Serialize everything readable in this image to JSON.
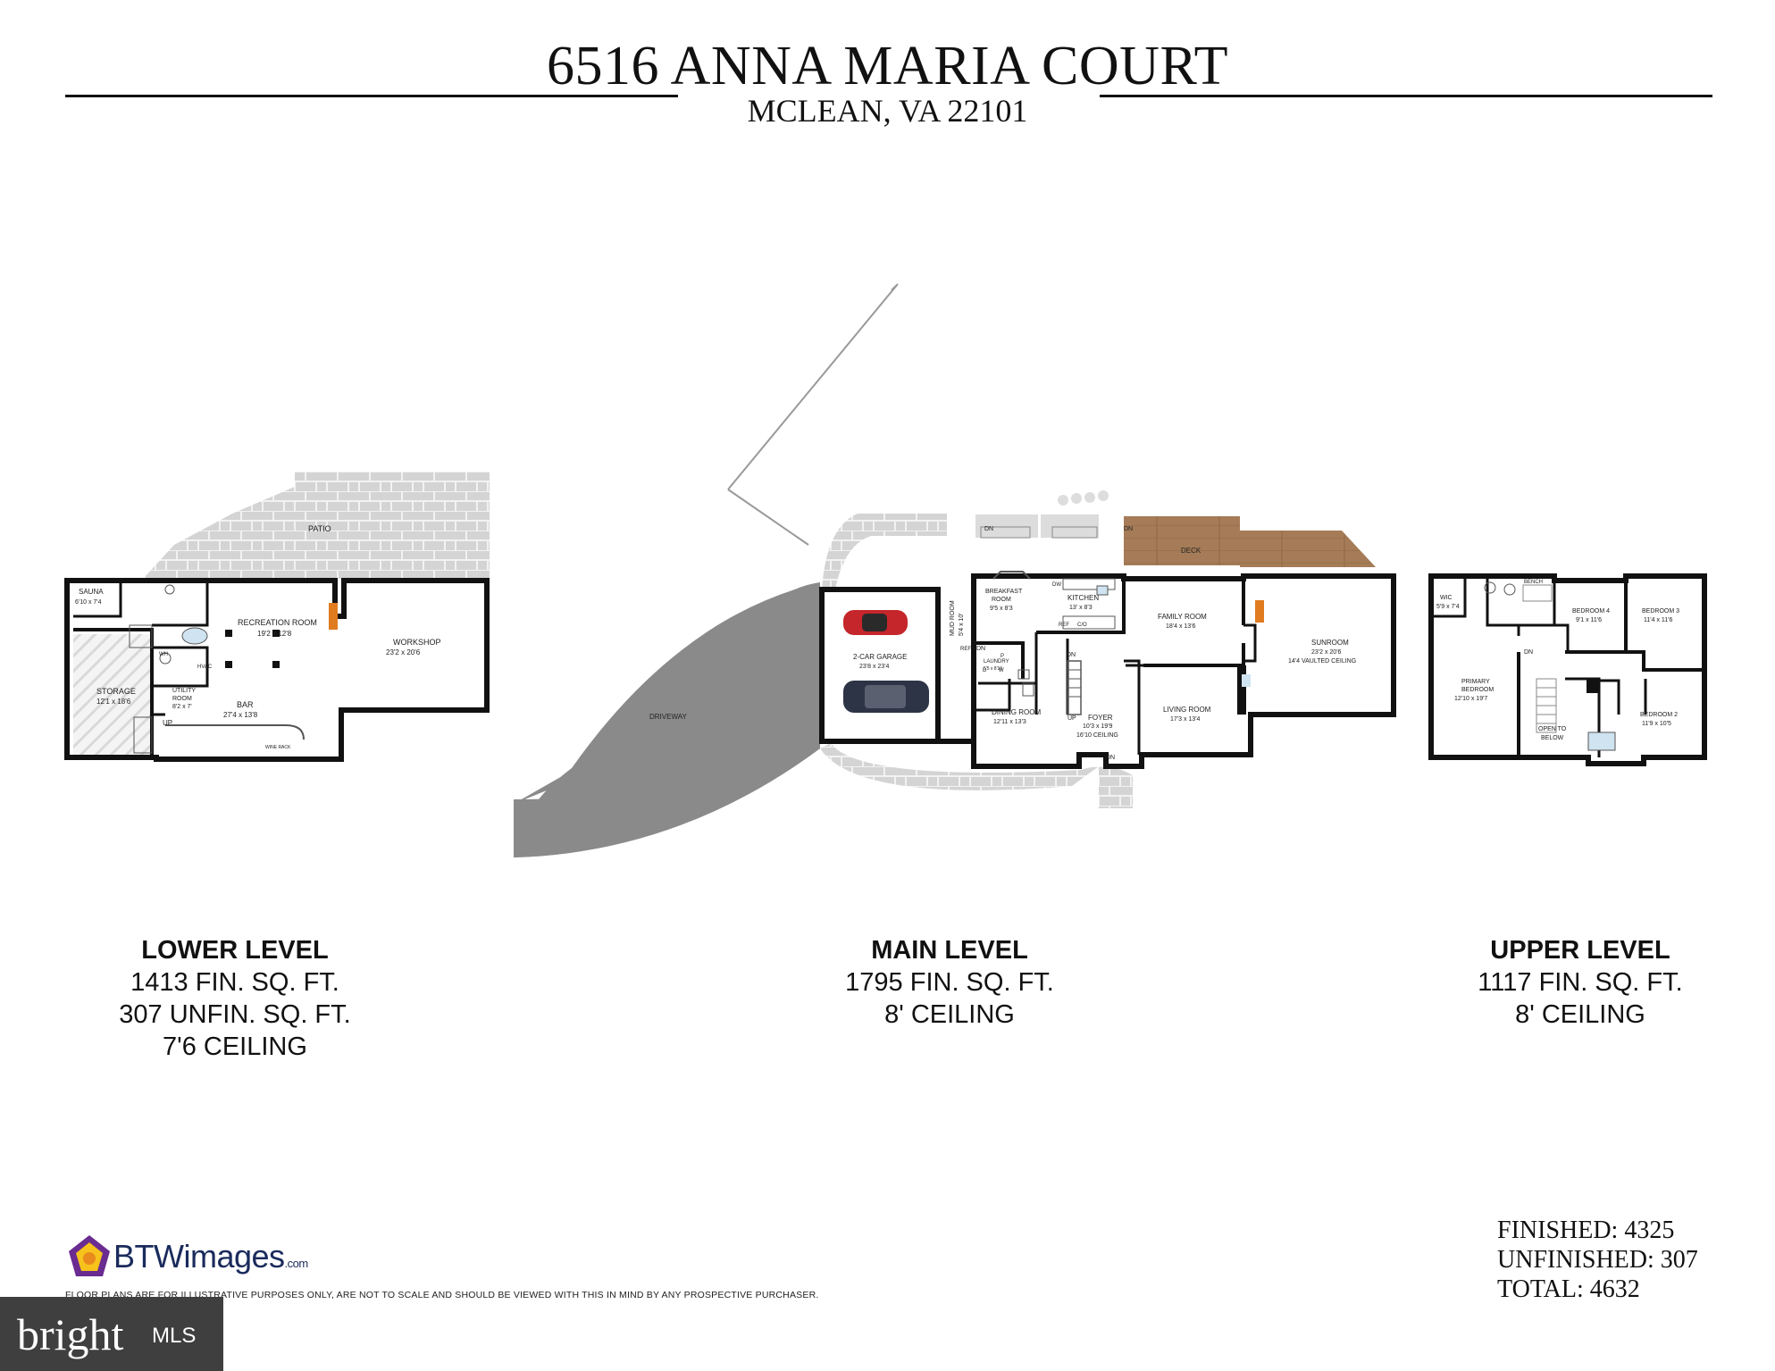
{
  "header": {
    "address": "6516 ANNA MARIA COURT",
    "city": "MCLEAN, VA 22101"
  },
  "levels": [
    {
      "name": "LOWER LEVEL",
      "lines": [
        "1413 FIN. SQ. FT.",
        "307 UNFIN. SQ. FT.",
        "7'6 CEILING"
      ]
    },
    {
      "name": "MAIN LEVEL",
      "lines": [
        "1795 FIN. SQ. FT.",
        "8' CEILING"
      ]
    },
    {
      "name": "UPPER LEVEL",
      "lines": [
        "1117 FIN. SQ. FT.",
        "8' CEILING"
      ]
    }
  ],
  "totals": {
    "finished": "FINISHED: 4325",
    "unfinished": "UNFINISHED: 307",
    "total": "TOTAL: 4632"
  },
  "lower_rooms": {
    "patio": "PATIO",
    "sauna": "SAUNA",
    "sauna_dim": "6'10 x 7'4",
    "storage": "STORAGE",
    "storage_dim": "12'1 x 18'6",
    "utility": "UTILITY",
    "utility2": "ROOM",
    "utility_dim": "8'2 x 7'",
    "wh": "WH",
    "hvac": "HVAC",
    "rec": "RECREATION ROOM",
    "rec_dim": "19'2 x 12'8",
    "bar": "BAR",
    "bar_dim": "27'4 x 13'8",
    "wine": "WINE RACK",
    "up": "UP",
    "workshop": "WORKSHOP",
    "workshop_dim": "23'2 x 20'6"
  },
  "main_rooms": {
    "driveway": "DRIVEWAY",
    "garage": "2-CAR GARAGE",
    "garage_dim": "23'8 x 23'4",
    "mud": "MUD ROOM",
    "mud_dim": "5'4 x 10'",
    "dn": "DN",
    "up": "UP",
    "ref": "REF",
    "breakfast": "BREAKFAST",
    "breakfast2": "ROOM",
    "breakfast_dim": "9'5 x 8'3",
    "dw": "DW",
    "kitchen": "KITCHEN",
    "kitchen_dim": "13' x 8'3",
    "cov": "C/O",
    "laundry": "LAUNDRY",
    "laundry_dim": "5'5 x 8'10",
    "d": "D",
    "w": "W",
    "p": "P",
    "dining": "DINING ROOM",
    "dining_dim": "12'11 x 13'3",
    "foyer": "FOYER",
    "foyer_dim": "10'3 x 19'9",
    "foyer_ceiling": "16'10 CEILING",
    "living": "LIVING ROOM",
    "living_dim": "17'3 x 13'4",
    "family": "FAMILY ROOM",
    "family_dim": "18'4 x 13'6",
    "deck": "DECK",
    "sunroom": "SUNROOM",
    "sunroom_dim": "23'2 x 20'6",
    "sunroom_ceiling": "14'4 VAULTED CEILING"
  },
  "upper_rooms": {
    "wic": "WIC",
    "wic_dim": "5'9 x 7'4",
    "bench": "BENCH",
    "bed4": "BEDROOM 4",
    "bed4_dim": "9'1 x 11'6",
    "bed3": "BEDROOM 3",
    "bed3_dim": "11'4 x 11'6",
    "primary": "PRIMARY",
    "primary2": "BEDROOM",
    "primary_dim": "12'10 x 19'7",
    "dn": "DN",
    "open": "OPEN TO",
    "open2": "BELOW",
    "bed2": "BEDROOM 2",
    "bed2_dim": "11'9 x 10'5"
  },
  "branding": {
    "logo_text": "BTWimages",
    "logo_suffix": ".com",
    "disclaimer": "FLOOR PLANS ARE FOR ILLUSTRATIVE PURPOSES ONLY, ARE NOT TO SCALE AND SHOULD BE VIEWED WITH THIS IN MIND BY ANY PROSPECTIVE PURCHASER.",
    "mls_brand": "bright",
    "mls_suffix": "MLS"
  },
  "colors": {
    "wall": "#111111",
    "patio": "#d4d4d4",
    "driveway": "#8a8a8a",
    "deck": "#a57c57",
    "hatch": "#e3e3e3",
    "car_red": "#c4262b",
    "car_navy": "#2d3446",
    "fireplace": "#e07b1f"
  }
}
